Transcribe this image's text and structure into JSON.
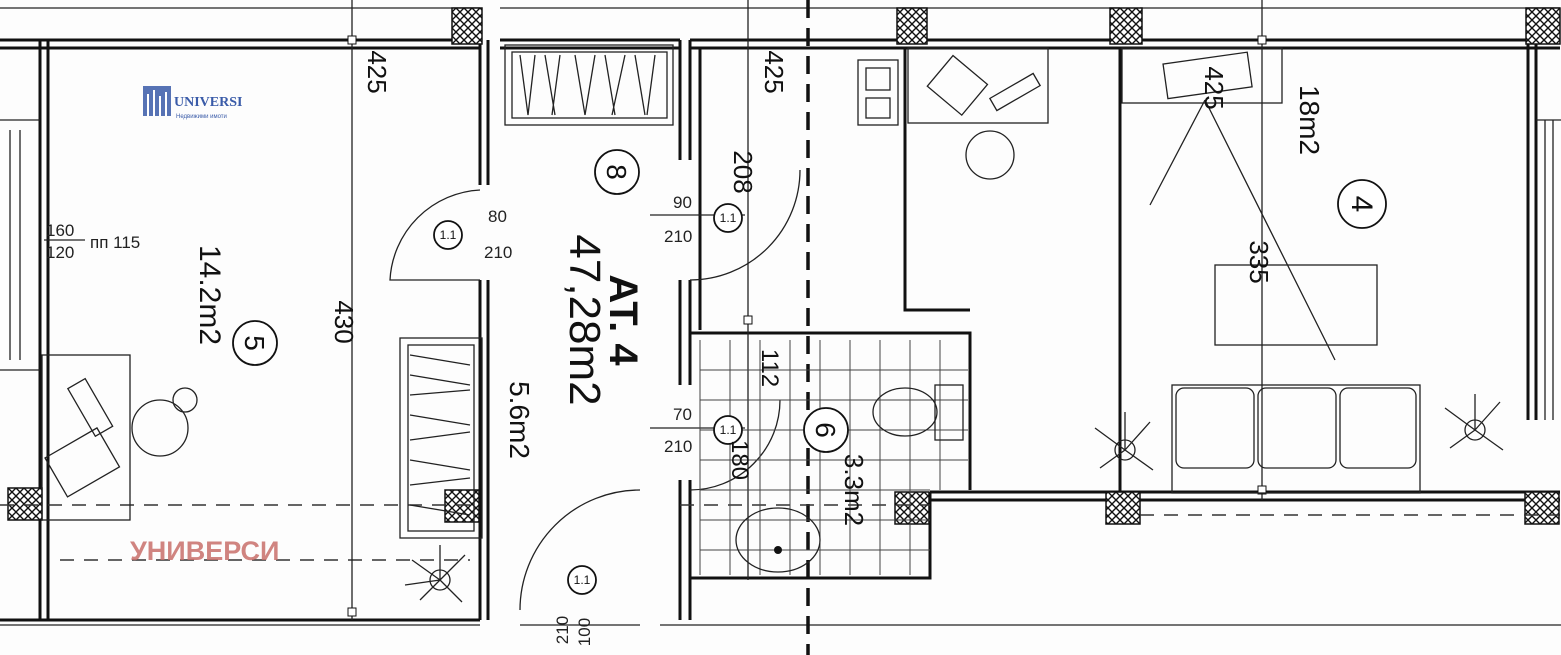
{
  "apartment": {
    "label": "АТ. 4",
    "area": "47,28m2"
  },
  "rooms": [
    {
      "number": "5",
      "area": "14.2m2"
    },
    {
      "number": "8",
      "area": "5.6m2"
    },
    {
      "number": "6",
      "area": "3.3m2"
    },
    {
      "number": "4",
      "area": "18m2"
    }
  ],
  "dimensions": {
    "d_425a": "425",
    "d_425b": "425",
    "d_425c": "425",
    "d_430": "430",
    "d_208": "208",
    "d_335": "335",
    "d_112": "112",
    "d_180": "180"
  },
  "window": {
    "top": "160",
    "bottom": "120",
    "sill": "пп 115"
  },
  "doors": [
    {
      "tag": "1.1",
      "width": "80",
      "height": "210"
    },
    {
      "tag": "1.1",
      "width": "90",
      "height": "210"
    },
    {
      "tag": "1.1",
      "width": "70",
      "height": "210"
    },
    {
      "tag": "1.1",
      "width": "100",
      "height": "210"
    }
  ],
  "watermarks": {
    "logo_name": "UNIVERSI",
    "logo_tagline": "Недвижими имоти",
    "text": "УНИВЕРСИ",
    "colors": {
      "logo": "#3a5ba8",
      "text": "#c9706b"
    }
  }
}
